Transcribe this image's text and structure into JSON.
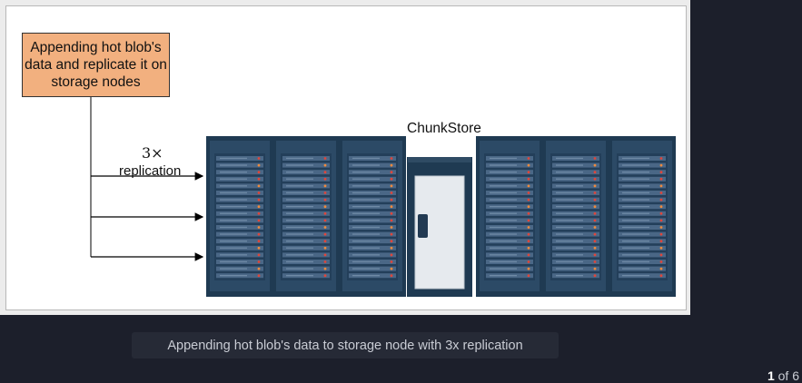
{
  "diagram": {
    "callout_text": "Appending hot blob's data and replicate it on storage nodes",
    "store_label": "ChunkStore",
    "replication_factor": "3×",
    "replication_word": "replication",
    "server_rack_count": 6,
    "door_cabinet_count": 1
  },
  "caption": "Appending hot blob's data to storage node with 3x replication",
  "pager": {
    "current": "1",
    "separator": " of ",
    "total": "6"
  },
  "colors": {
    "page_background": "#1c1f2b",
    "callout_fill": "#f2b07f",
    "rack_body": "#2c4a66",
    "rack_led": "#e0453a"
  }
}
